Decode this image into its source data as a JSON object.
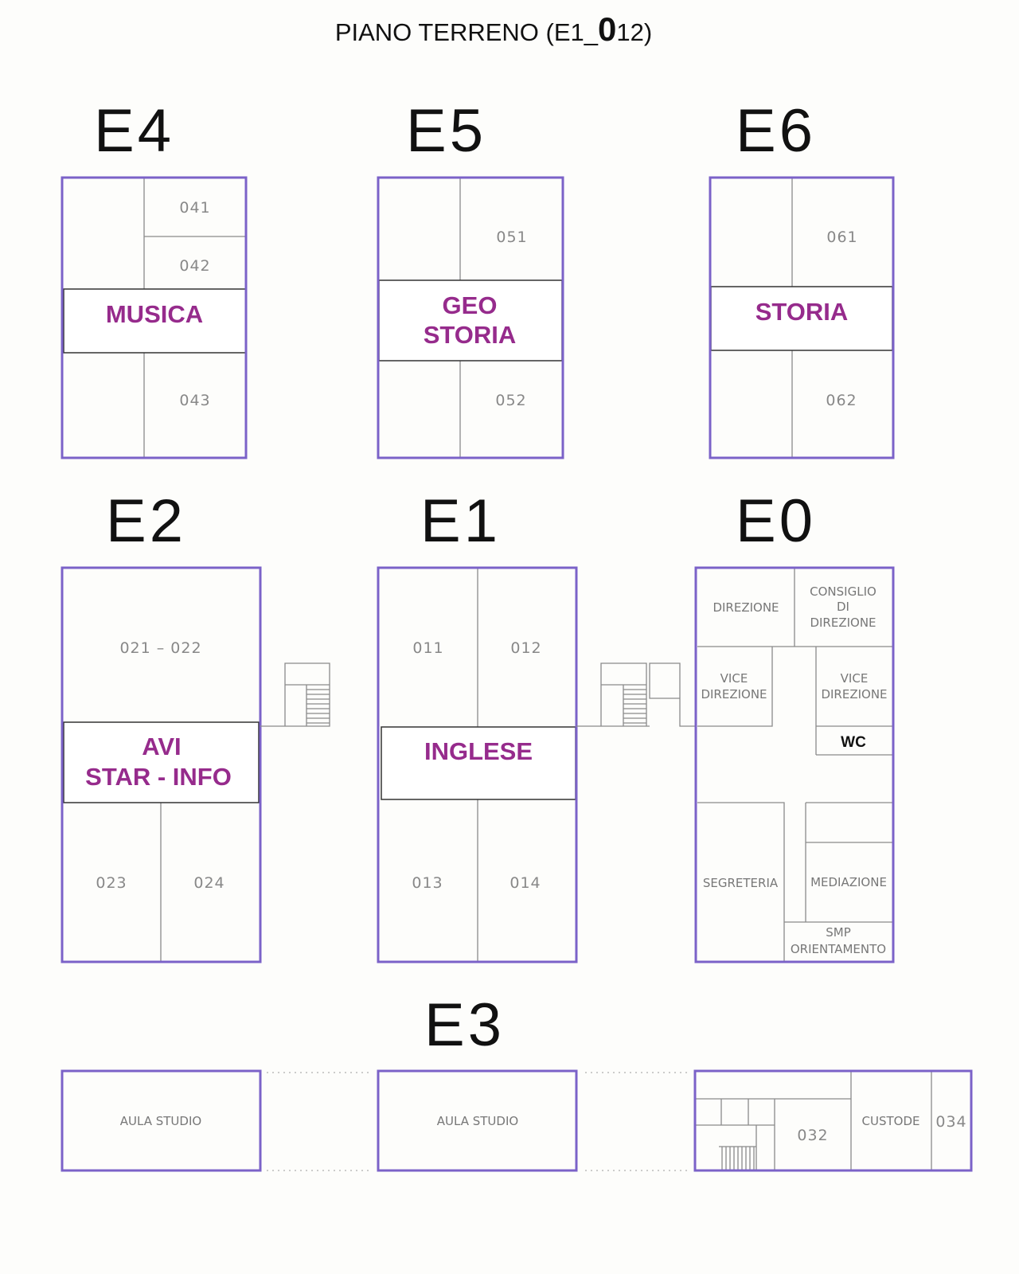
{
  "title": {
    "prefix": "PIANO TERRENO (E1_",
    "floor": "0",
    "suffix": "12)"
  },
  "colors": {
    "wing_border": "#7b62c8",
    "subject_label": "#962b8c"
  },
  "wings": {
    "E4": {
      "label": "E4",
      "rooms": [
        "041",
        "042",
        "043"
      ],
      "subject": "MUSICA"
    },
    "E5": {
      "label": "E5",
      "rooms": [
        "051",
        "052"
      ],
      "subject": [
        "GEO",
        "STORIA"
      ]
    },
    "E6": {
      "label": "E6",
      "rooms": [
        "061",
        "062"
      ],
      "subject": "STORIA"
    },
    "E2": {
      "label": "E2",
      "rooms": [
        "021  –  022",
        "023",
        "024"
      ],
      "subject": [
        "AVI",
        "STAR - INFO"
      ]
    },
    "E1": {
      "label": "E1",
      "rooms": [
        "011",
        "012",
        "013",
        "014"
      ],
      "subject": "INGLESE"
    },
    "E0": {
      "label": "E0",
      "rooms": {
        "direzione": "DIREZIONE",
        "consiglio": [
          "CONSIGLIO",
          "DI",
          "DIREZIONE"
        ],
        "vice_left": [
          "VICE",
          "DIREZIONE"
        ],
        "vice_right": [
          "VICE",
          "DIREZIONE"
        ],
        "wc": "WC",
        "segreteria": "SEGRETERIA",
        "mediazione": "MEDIAZIONE",
        "smp": [
          "SMP",
          "ORIENTAMENTO"
        ]
      }
    },
    "E3": {
      "label": "E3",
      "rooms": [
        "AULA  STUDIO",
        "AULA  STUDIO",
        "032",
        "CUSTODE",
        "034"
      ]
    }
  }
}
